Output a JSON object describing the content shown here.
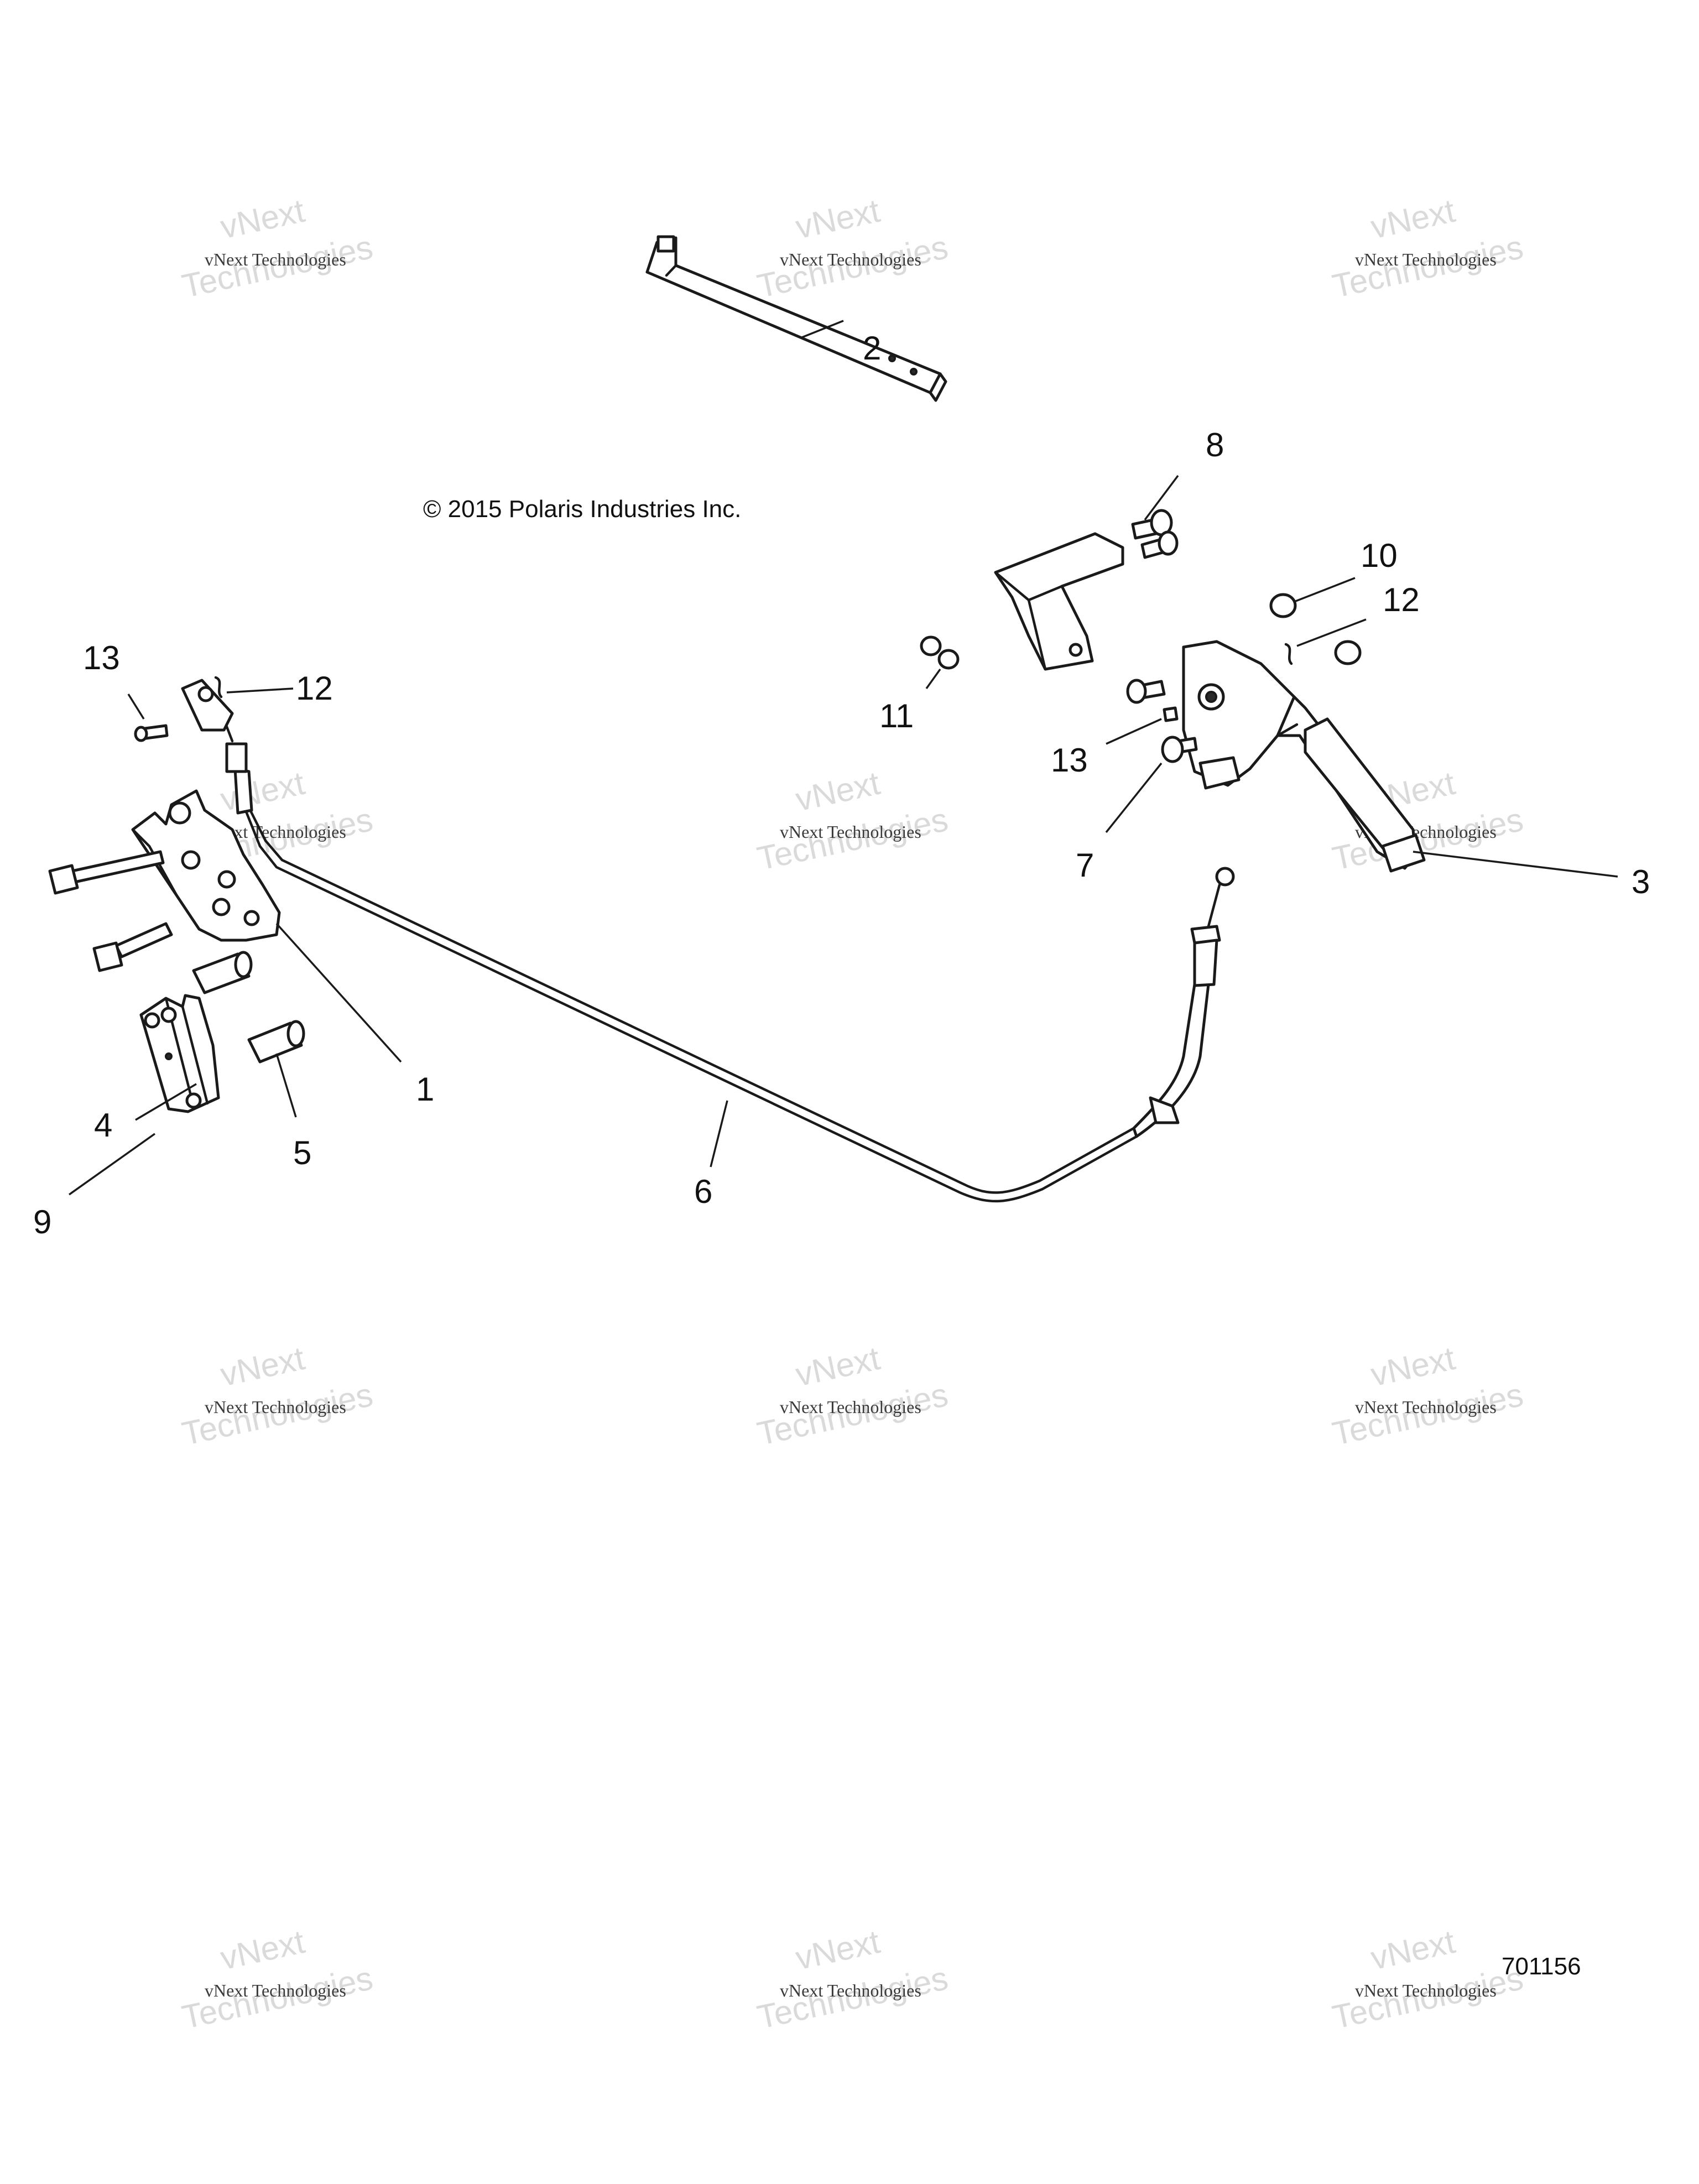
{
  "copyright": "© 2015 Polaris Industries Inc.",
  "drawing_number": "701156",
  "watermark": {
    "line_big_1": "vNext",
    "line_big_2": "Technologies",
    "line_small": "vNext Technologies"
  },
  "callouts": {
    "c1": "1",
    "c2": "2",
    "c3": "3",
    "c4": "4",
    "c5": "5",
    "c6": "6",
    "c7": "7",
    "c8": "8",
    "c9": "9",
    "c10": "10",
    "c11": "11",
    "c12a": "12",
    "c12b": "12",
    "c13a": "13",
    "c13b": "13"
  }
}
